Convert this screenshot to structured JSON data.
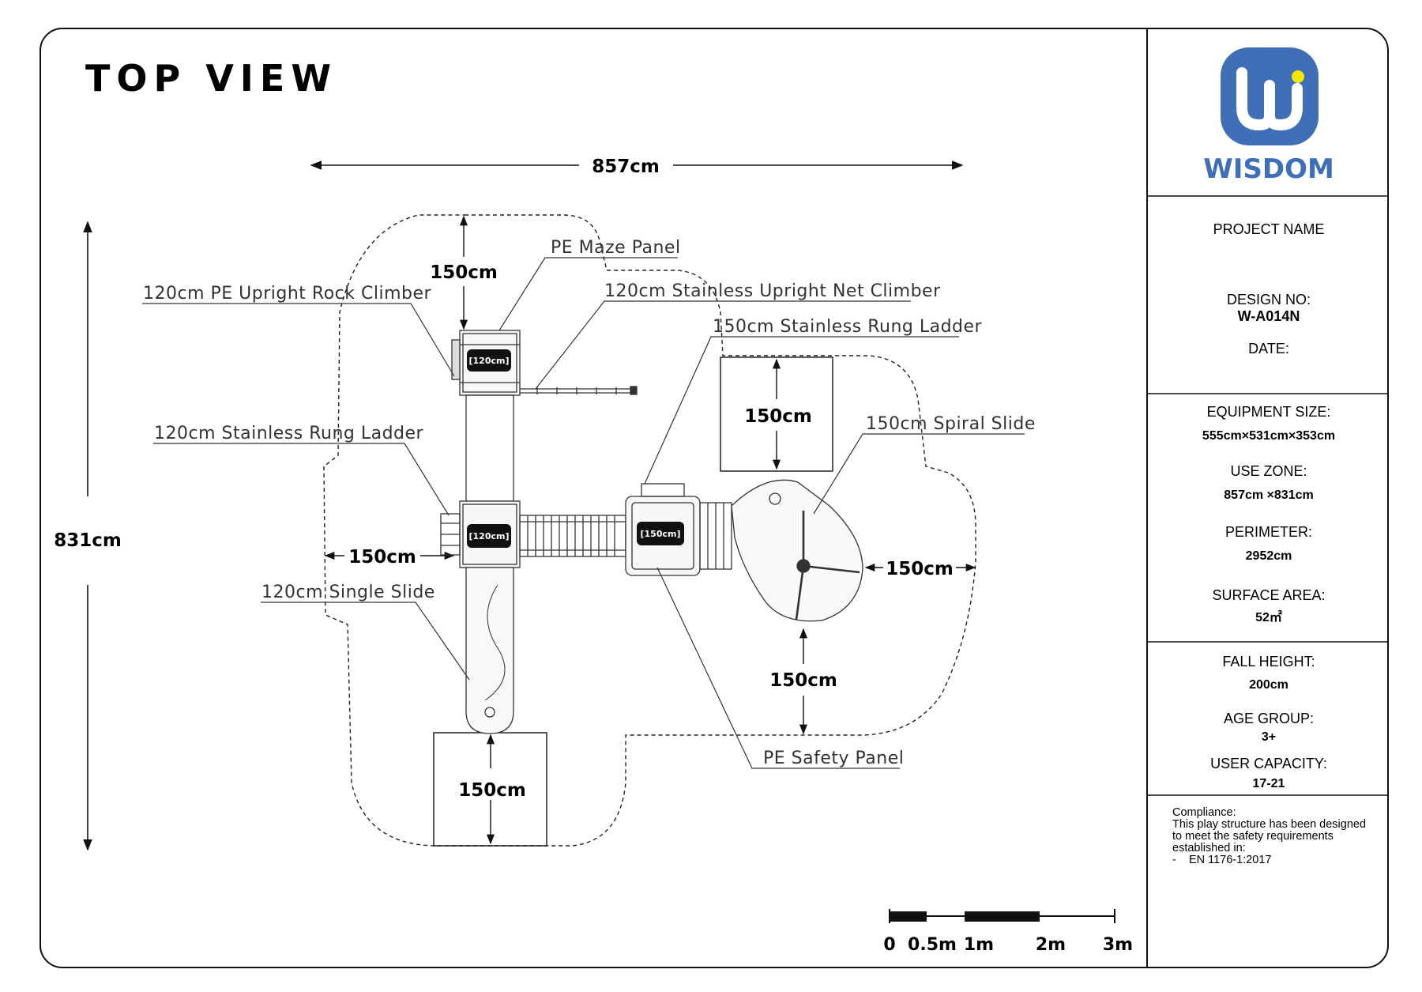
{
  "title": "TOP VIEW",
  "brand": {
    "name": "WISDOM",
    "color": "#3f6fb6",
    "dot_color": "#f2e600",
    "logo_icon": "wisdom-w-logo-icon"
  },
  "dimensions": {
    "width": "857cm",
    "height": "831cm",
    "use_zone_margin": "150cm"
  },
  "callouts": {
    "maze_panel": "PE Maze Panel",
    "rock_climber": "120cm PE Upright Rock Climber",
    "net_climber": "120cm Stainless Upright Net Climber",
    "rung_ladder_150": "150cm Stainless Rung Ladder",
    "rung_ladder_120": "120cm Stainless Rung Ladder",
    "spiral_slide": "150cm Spiral Slide",
    "single_slide": "120cm Single Slide",
    "safety_panel": "PE Safety Panel"
  },
  "platform_tags": {
    "top": "[120cm]",
    "middle_left": "[120cm]",
    "middle_right": "[150cm]"
  },
  "scale_bar": {
    "labels": [
      "0",
      "0.5m",
      "1m",
      "2m",
      "3m"
    ]
  },
  "panel": {
    "project_name_label": "PROJECT NAME",
    "design_no_label": "DESIGN NO:",
    "design_no": "W-A014N",
    "date_label": "DATE:",
    "equipment_size_label": "EQUIPMENT SIZE:",
    "equipment_size": "555cm×531cm×353cm",
    "use_zone_label": "USE ZONE:",
    "use_zone": "857cm ×831cm",
    "perimeter_label": "PERIMETER:",
    "perimeter": "2952cm",
    "surface_area_label": "SURFACE AREA:",
    "surface_area": "52㎡",
    "fall_height_label": "FALL HEIGHT:",
    "fall_height": "200cm",
    "age_group_label": "AGE GROUP:",
    "age_group": "3+",
    "user_capacity_label": "USER CAPACITY:",
    "user_capacity": "17-21",
    "compliance": {
      "line1": "Compliance:",
      "line2": "This play structure has been designed",
      "line3": "to meet the safety requirements",
      "line4": "established in:",
      "line5": "-    EN 1176-1:2017"
    }
  }
}
